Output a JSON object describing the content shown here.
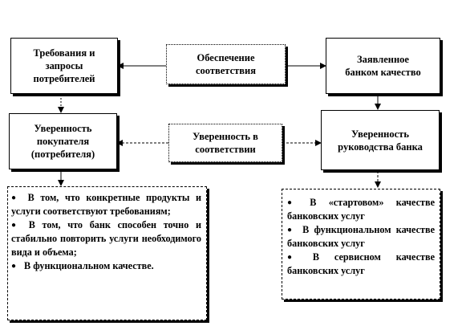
{
  "diagram": {
    "nodes": {
      "requirements": {
        "lines": [
          "Требования и",
          "запросы",
          "потребителей"
        ]
      },
      "compliance_assurance": {
        "lines": [
          "Обеспечение",
          "соответствия"
        ]
      },
      "declared_quality": {
        "lines": [
          "Заявленное",
          "банком качество"
        ]
      },
      "buyer_confidence": {
        "lines": [
          "Уверенность",
          "покупателя",
          "(потребителя)"
        ]
      },
      "compliance_confidence": {
        "lines": [
          "Уверенность в",
          "соответствии"
        ]
      },
      "management_confidence": {
        "lines": [
          "Уверенность",
          "руководства банка"
        ]
      }
    },
    "left_list": {
      "items": [
        "В том, что конкретные продукты и услуги соответствуют требованиям;",
        "В том, что банк способен точно и стабильно повторить услуги необходимого вида и объема;",
        "В функциональном качестве."
      ]
    },
    "right_list": {
      "items": [
        "В «стартовом» качестве банковских услуг",
        "В функциональном качестве банковских услуг",
        "В сервисном качестве банковских услуг"
      ]
    }
  }
}
